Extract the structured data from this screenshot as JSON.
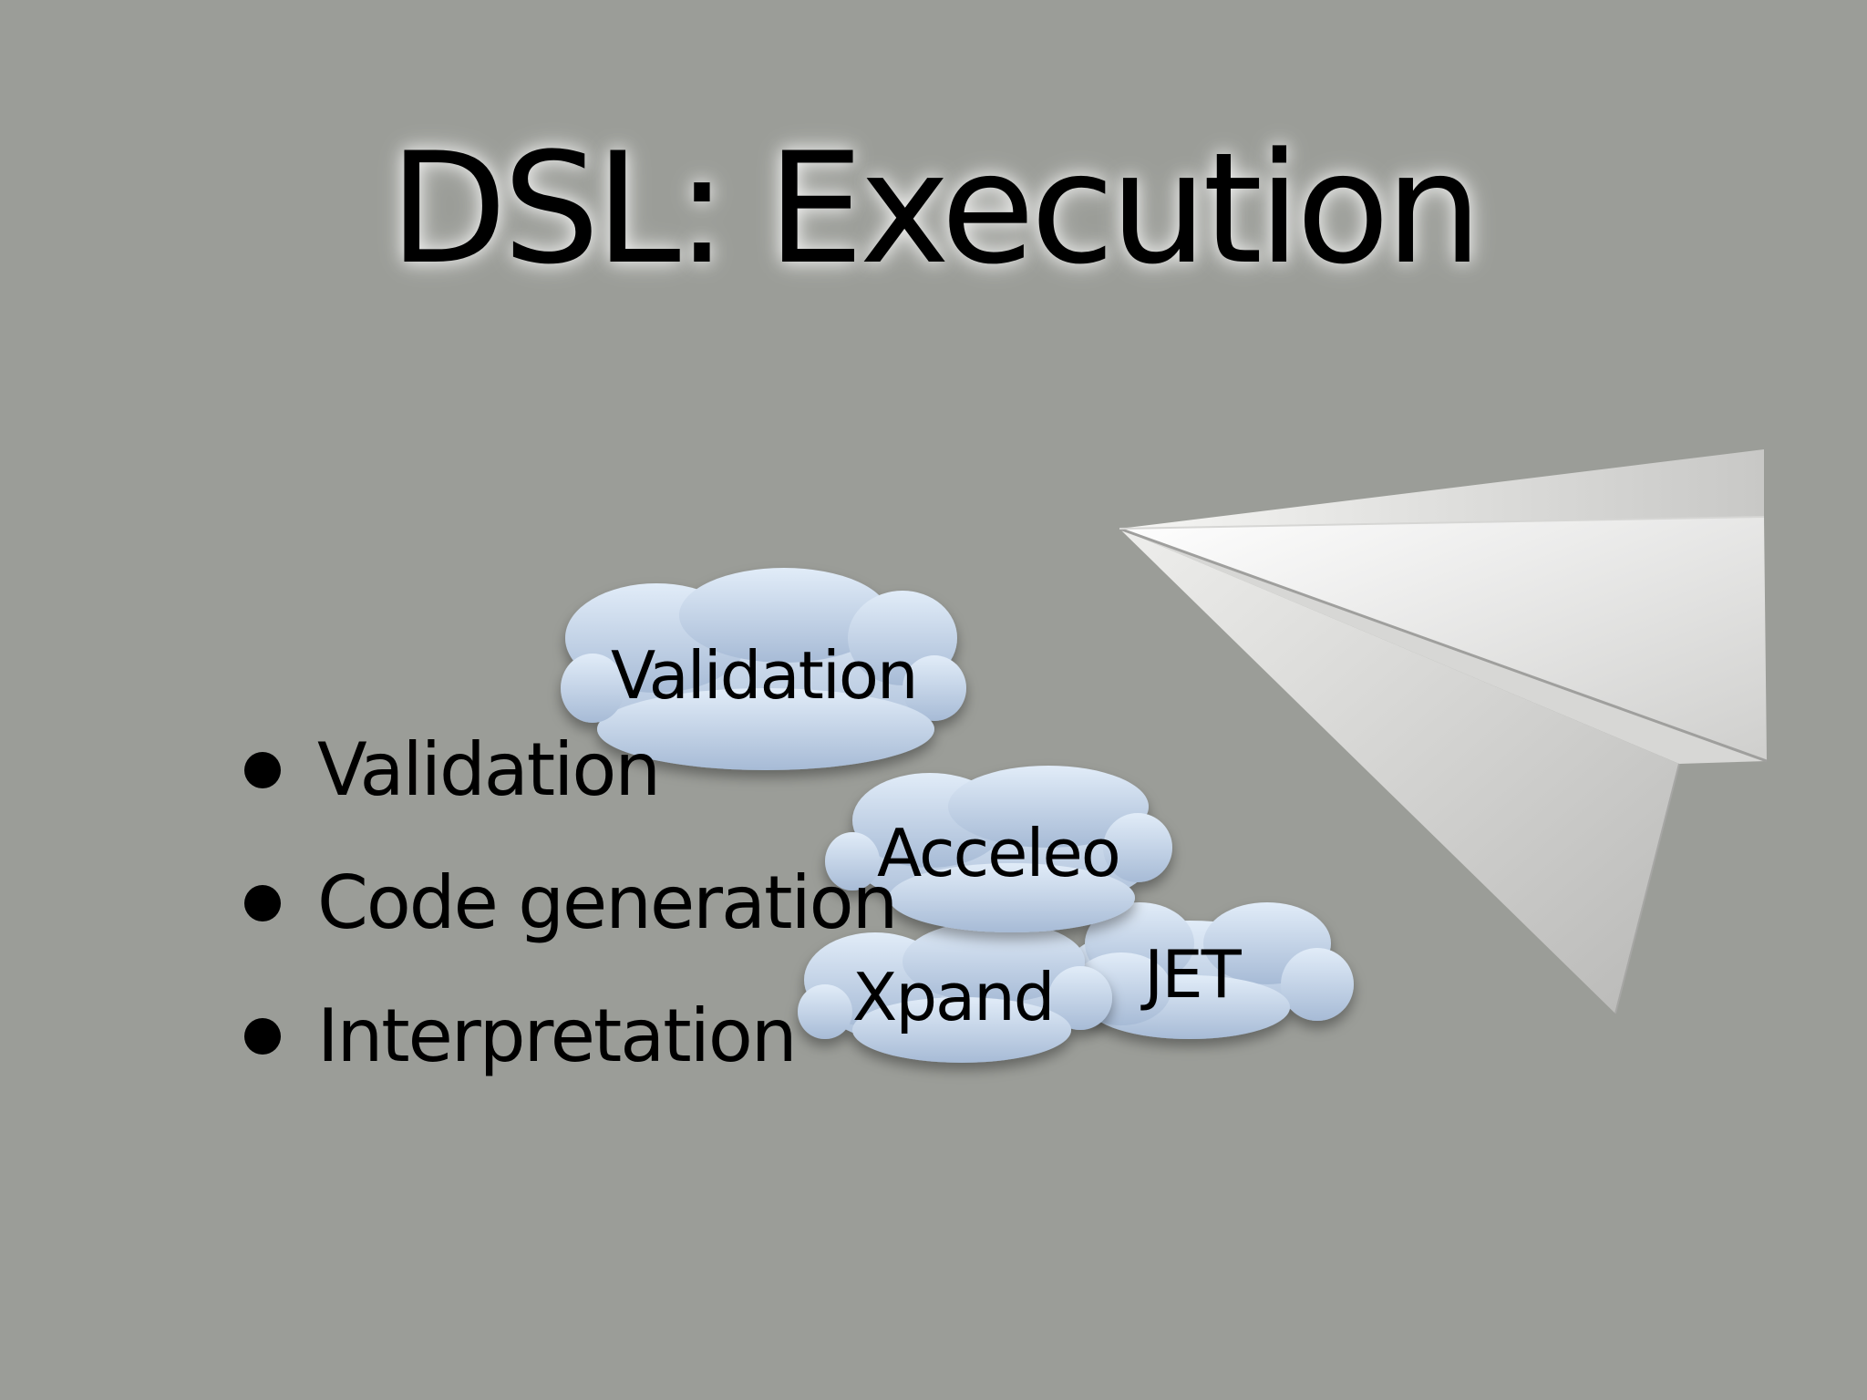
{
  "slide": {
    "title": "DSL: Execution",
    "bullets": [
      "Validation",
      "Code generation",
      "Interpretation"
    ],
    "clouds": [
      "Validation",
      "Acceleo",
      "JET",
      "Xpand"
    ]
  },
  "colors": {
    "background": "#9b9d98",
    "cloud_fill_top": "#dde9f7",
    "cloud_fill_bottom": "#a9bdd8",
    "text": "#000000"
  },
  "icons": {
    "airplane": "paper-airplane-icon"
  }
}
